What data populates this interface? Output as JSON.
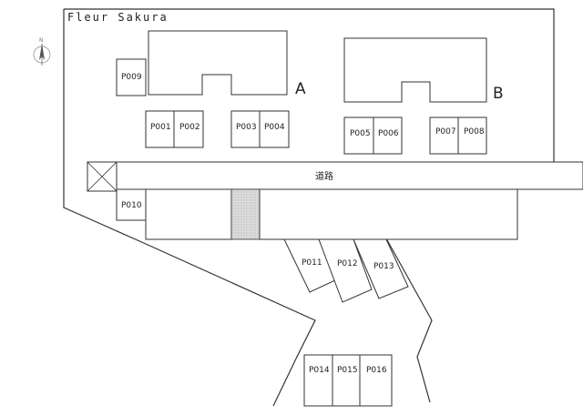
{
  "title": "Fleur Sakura",
  "compass": {
    "north_label": "N"
  },
  "buildings": {
    "a_label": "A",
    "b_label": "B"
  },
  "road_label": "道路",
  "spaces": {
    "p001": "P001",
    "p002": "P002",
    "p003": "P003",
    "p004": "P004",
    "p005": "P005",
    "p006": "P006",
    "p007": "P007",
    "p008": "P008",
    "p009": "P009",
    "p010": "P010",
    "p011": "P011",
    "p012": "P012",
    "p013": "P013",
    "p014": "P014",
    "p015": "P015",
    "p016": "P016"
  }
}
